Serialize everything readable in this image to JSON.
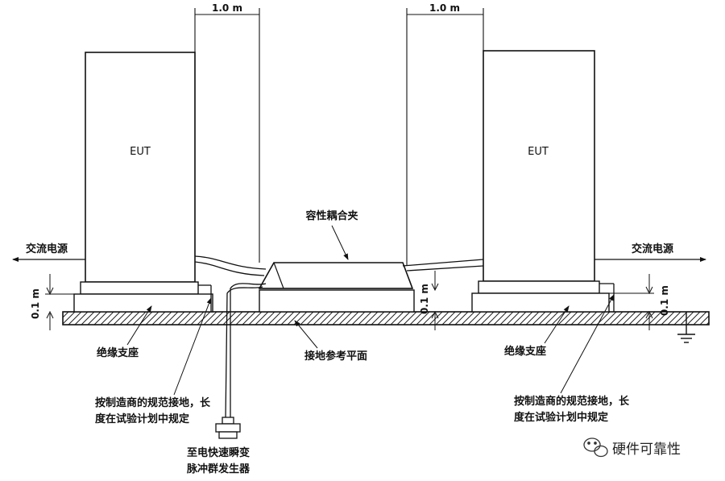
{
  "labels": {
    "dim_left": "1.0 m",
    "dim_right": "1.0 m",
    "eut_left": "EUT",
    "eut_right": "EUT",
    "clamp": "容性耦合夹",
    "ac_left": "交流电源",
    "ac_right": "交流电源",
    "height_left": "0.1 m",
    "height_mid": "0.1 m",
    "height_right": "0.1 m",
    "support_left": "绝缘支座",
    "support_right": "绝缘支座",
    "ground_plane": "接地参考平面",
    "ground_note_left_1": "按制造商的规范接地，长",
    "ground_note_left_2": "度在试验计划中规定",
    "ground_note_right_1": "按制造商的规范接地，长",
    "ground_note_right_2": "度在试验计划中规定",
    "generator_1": "至电快速瞬变",
    "generator_2": "脉冲群发生器",
    "watermark": "硬件可靠性"
  },
  "icons": {
    "watermark_logo": "wechat-icon",
    "ground_symbol": "earth-ground-icon"
  }
}
